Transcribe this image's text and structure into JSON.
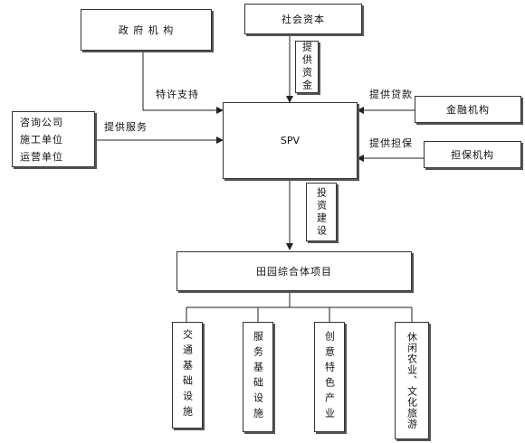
{
  "nodes": {
    "government": "政 府 机 构",
    "social_capital": "社会资本",
    "finance": "金融机构",
    "guarantee": "担保机构",
    "spv": "SPV",
    "consulting": [
      "咨询公司",
      "施工单位",
      "运营单位"
    ],
    "project": "田园综合体项目",
    "sub_projects": [
      "交通基础设施",
      "服务基础设施",
      "创意特色产业",
      "休闲农业、文化旅游"
    ]
  },
  "edges": {
    "concession": "特许支持",
    "provide_funds": "提供资金",
    "provide_loans": "提供贷款",
    "provide_services": "提供服务",
    "provide_guarantee": "提供担保",
    "invest_build": "投资建设"
  }
}
